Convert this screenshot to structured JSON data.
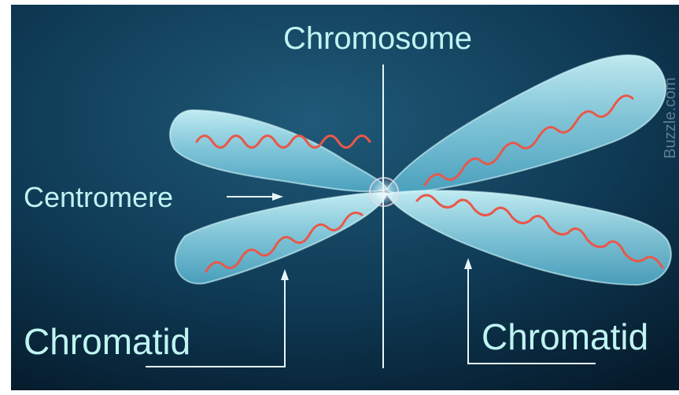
{
  "diagram": {
    "title": "Chromosome",
    "labels": {
      "centromere": "Centromere",
      "chromatid_left": "Chromatid",
      "chromatid_right": "Chromatid"
    },
    "watermark": "Buzzle.com",
    "colors": {
      "background_dark": "#051a2a",
      "background_light": "#1f5a78",
      "chromatid_fill": "#9fe3ef",
      "dna_strand": "#e8584a",
      "label_text": "#bff4f2",
      "pointer_lines": "#e6f6f8"
    }
  }
}
